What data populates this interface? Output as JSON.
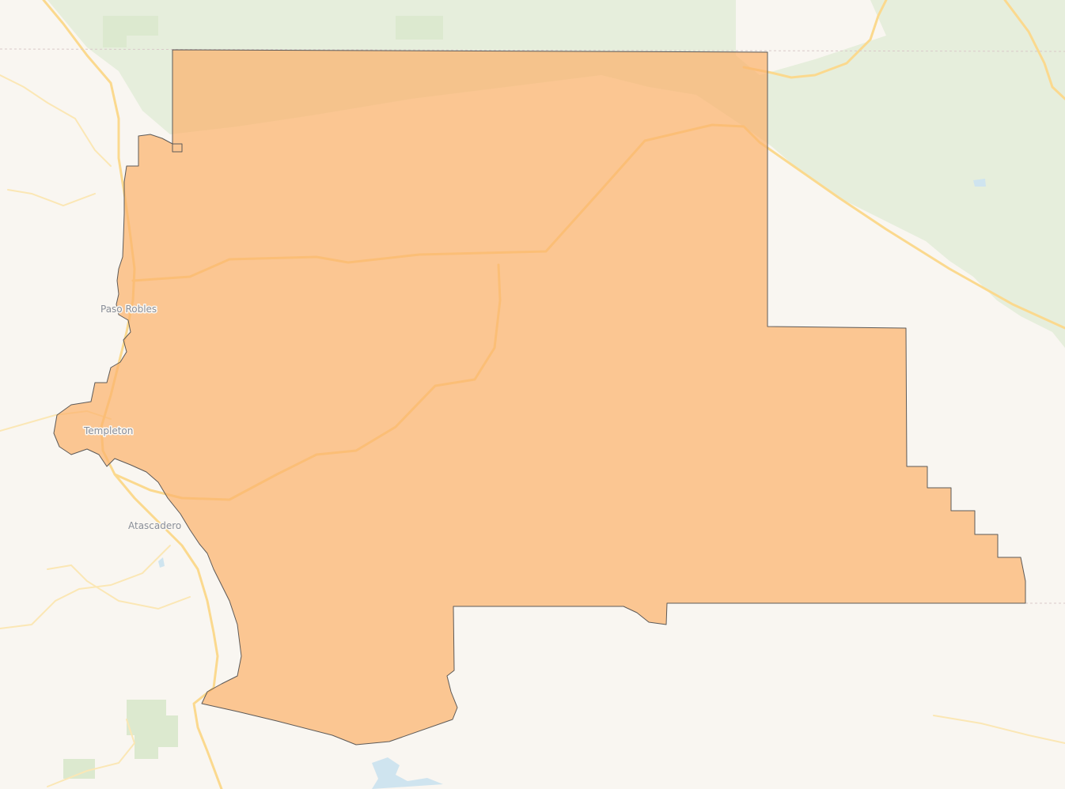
{
  "map": {
    "colors": {
      "land": "#f9f6f1",
      "forest": "#e6eedc",
      "forest_patch": "#dce9cf",
      "road_major": "#fbd98e",
      "road_minor": "#fbe7b5",
      "water": "#cfe4ef",
      "boundary": "#d9c9c9",
      "district_fill": "#fbb36e",
      "district_stroke": "#5d5a58"
    },
    "labels": {
      "paso_robles": "Paso Robles",
      "templeton": "Templeton",
      "atascadero": "Atascadero"
    }
  }
}
